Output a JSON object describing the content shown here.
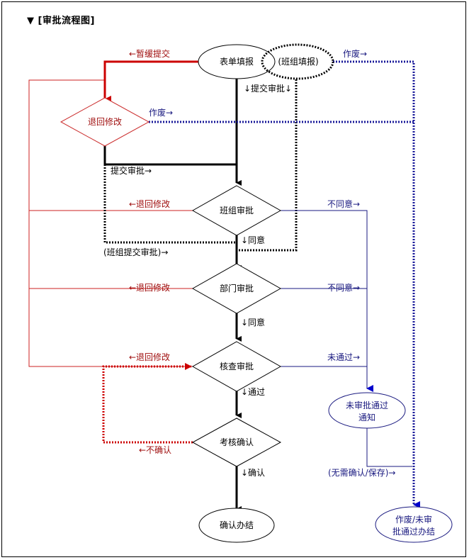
{
  "title": "▼ [审批流程图]",
  "colors": {
    "black": "#000000",
    "red": "#cc0000",
    "darkred": "#a01010",
    "navy": "#1a1a80",
    "blue": "#0000cc"
  },
  "nodes": {
    "form_fill": "表单填报",
    "team_fill": "(班组填报)",
    "return_modify": "退回修改",
    "team_approval": "班组审批",
    "dept_approval": "部门审批",
    "check_approval": "核查审批",
    "assess_confirm": "考核确认",
    "confirm_done": "确认办结",
    "not_approved_notice_1": "未审批通过",
    "not_approved_notice_2": "通知",
    "void_done_1": "作废/未审",
    "void_done_2": "批通过办结"
  },
  "edges": {
    "pause_submit": "←暂缓提交",
    "submit_approval_down": "↓提交审批↓",
    "void_1": "作废→",
    "void_2": "作废→",
    "submit_approval_right": "提交审批→",
    "return_team": "←退回修改",
    "disagree_team": "不同意→",
    "agree_team": "↓同意",
    "team_submit": "(班组提交审批)→",
    "return_dept": "←退回修改",
    "disagree_dept": "不同意→",
    "agree_dept": "↓同意",
    "return_check": "←退回修改",
    "not_passed": "未通过→",
    "passed": "↓通过",
    "not_confirm": "←不确认",
    "confirm": "↓确认",
    "no_confirm_save": "(无需确认/保存)→"
  }
}
